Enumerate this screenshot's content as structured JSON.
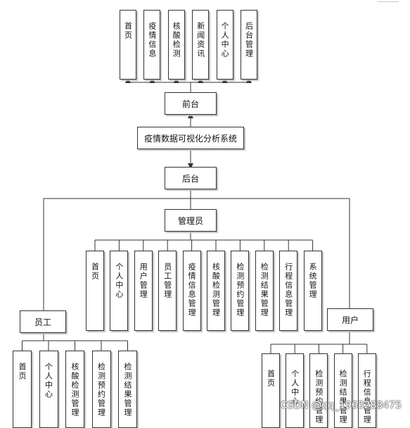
{
  "diagram": {
    "frontend_modules": [
      "首页",
      "疫情信息",
      "核酸检测",
      "新闻资讯",
      "个人中心",
      "后台管理"
    ],
    "frontend_label": "前台",
    "system_label": "疫情数据可视化分析系统",
    "backend_label": "后台",
    "admin_label": "管理员",
    "admin_modules": [
      "首页",
      "个人中心",
      "用户管理",
      "员工管理",
      "疫情信息管理",
      "核酸检测管理",
      "检测预约管理",
      "检测结果管理",
      "行程信息管理",
      "系统管理"
    ],
    "staff_label": "员工",
    "staff_modules": [
      "首页",
      "个人中心",
      "核酸检测管理",
      "检测预约管理",
      "检测结果管理"
    ],
    "user_label": "用户",
    "user_modules": [
      "首页",
      "个人中心",
      "检测预约管理",
      "检测结果管理",
      "行程信息管理"
    ],
    "line_color": "#333333"
  },
  "watermark": "CSDN @qq_1963288475"
}
